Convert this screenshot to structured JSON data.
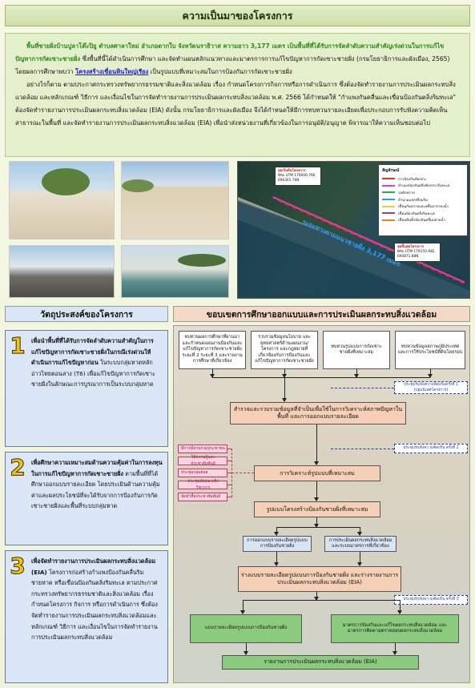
{
  "title": "ความเป็นมาของโครงการ",
  "intro": {
    "p1_highlight": "พื้นที่ชายฝั่งบ้านปูลาโต๊ะปิยู ตำบลศาลาใหม่ อำเภอตากใบ จังหวัดนราธิวาส ความยาว 3,177 เมตร เป็นพื้นที่ที่ได้รับการจัดลำดับความสำคัญเร่งด่วนในการแก้ไขปัญหาการกัดเซาะชายฝั่ง",
    "p1_body": " ซึ่งพื้นที่นี้ได้ดำเนินการศึกษา และจัดทำแผนหลักแนวทางและมาตรการการแก้ไขปัญหาการกัดเซาะชายฝั่ง (กรมโยธาธิการและผังเมือง, 2565) โดยผลการศึกษาพบว่า ",
    "p1_link": "โครงสร้างเขื่อนหินใหญ่เรียง",
    "p1_tail": " เป็นรูปแบบที่เหมาะสมในการป้องกันการกัดเซาะชายฝั่ง",
    "p2": "อย่างไรก็ตาม ตามประกาศกระทรวงทรัพยากรธรรมชาติและสิ่งแวดล้อม เรื่อง กำหนดโครงการกิจการหรือการดำเนินการ ซึ่งต้องจัดทำรายงานการประเมินผลกระทบสิ่งแวดล้อม และหลักเกณฑ์ วิธีการ และเงื่อนไขในการจัดทำรายงานการประเมินผลกระทบสิ่งแวดล้อม พ.ศ. 2566 ได้กำหนดให้ \"กำแพงกันคลื่นและเขื่อนป้องกันตลิ่งริมทะเล\" ต้องจัดทำรายงานการประเมินผลกระทบสิ่งแวดล้อม (EIA) ดังนั้น กรมโยธาธิการและผังเมือง จึงได้กำหนดให้มีการทบทวนรายละเอียดเพื่อประกอบการรับฟังความคิดเห็นสาธารณะในพื้นที่ และจัดทำรายงานการประเมินผลกระทบสิ่งแวดล้อม (EIA) เพื่อนำส่งหน่วยงานที่เกี่ยวข้องในการอนุมัติ/อนุญาต พิจารณาให้ความเห็นชอบต่อไป"
  },
  "map": {
    "start_title": "จุดเริ่มต้นโครงการ",
    "start_coords": "พิกัด UTM 176000.79E, 696301.76N",
    "end_title": "จุดสิ้นสุดโครงการ",
    "end_coords": "พิกัด UTM 179150.94E, 694871.88N",
    "caption": "ระยะทางตามแนวชายฝั่ง 3,177 เมตร",
    "legend_title": "สัญลักษณ์",
    "legend": [
      {
        "label": "การป้องกันกัดเซาะ",
        "color": "#e8311f"
      },
      {
        "label": "ทำแผงป้องกันตลิ่งทับกลางริมทะเล",
        "color": "#e33ed3"
      },
      {
        "label": "รอดักทราย",
        "color": "#1fb54c"
      },
      {
        "label": "ลำนามแลก/ที่ถมริม",
        "color": "#2a9bf0"
      },
      {
        "label": "เขื่อนกันทรายและคลื่นปากร่องน้ำ",
        "color": "#f0d028"
      },
      {
        "label": "เขื่อนป้องกันตลิ่งริมทะเล",
        "color": "#8e3fd1"
      },
      {
        "label": "เขื่อนหินทิ้งป้องกันคลื่นปลายน้ำ",
        "color": "#f07d1f"
      }
    ]
  },
  "objectives": {
    "header": "วัตถุประสงค์ของโครงการ",
    "items": [
      {
        "num": "1",
        "bold": "เพื่อนำพื้นที่ที่ได้รับการจัดลำดับความสำคัญในการแก้ไขปัญหาการกัดเซาะชายฝั่งในกรณีเร่งด่วนให้ดำเนินการแก้ไขปัญหาก่อน",
        "text": " ในระบบกลุ่มหาดหลักอ่าวไทยตอนล่าง (T6) เพื่อแก้ไขปัญหาการกัดเซาะชายฝั่งในลักษณะการบูรณาการเป็นระบบกลุ่มหาด"
      },
      {
        "num": "2",
        "bold": "เพื่อศึกษาความเหมาะสมด้านความคุ้มค่าในการลงทุนในการแก้ไขปัญหาการกัดเซาะชายฝั่ง",
        "text": " ตามพื้นที่ที่ได้ศึกษาออกแบบรายละเอียด โดยประเมินด้านความคุ้มค่าและผลประโยชน์ที่จะได้รับจากการป้องกันการกัดเซาะชายฝั่งและพื้นที่ระบบกลุ่มหาด"
      },
      {
        "num": "3",
        "bold": "เพื่อจัดทำรายงานการประเมินผลกระทบสิ่งแวดล้อม (EIA)",
        "text": " โครงการก่อสร้างกำแพงป้องกันคลื่นริมชายหาด หรือเขื่อนป้องกันตลิ่งริมทะเล ตามประกาศกระทรวงทรัพยากรธรรมชาติและสิ่งแวดล้อม เรื่อง กำหนดโครงการ กิจการ หรือการดำเนินการ ซึ่งต้องจัดทำรายงานการประเมินผลกระทบสิ่งแวดล้อมและหลักเกณฑ์ วิธีการ และเงื่อนไขในการจัดทำรายงานการประเมินผลกระทบสิ่งแวดล้อม"
      }
    ]
  },
  "flow": {
    "header": "ขอบเขตการศึกษาออกแบบและการประเมินผลกระทบสิ่งแวดล้อม",
    "top_boxes": [
      "ทบทวนผลการศึกษาที่ผ่านมาและกำหนดแผนงานป้องกันและแก้ไขปัญหาการกัดเซาะชายฝั่ง ระยะที่ 2 ระยะที่ 3 และรายงานการศึกษาที่เกี่ยวข้อง",
      "รวบรวมข้อมูลนโยบาย และยุทธศาสตร์ด้านแผนงาน/โครงการ และกฎหมายที่เกี่ยวข้องกับการป้องกันและแก้ไขปัญหาการกัดเซาะชายฝั่ง",
      "ทบทวนรูปแบบการกัดเซาะชายฝั่งที่เหมาะสม",
      "ทบทวนข้อมูลสภาพภูมิประเทศและการใช้ประโยชน์ที่ดินโดยรอบ"
    ],
    "side_1": "ประชุมรับฟังความคิดเห็นครั้งที่ 1 (ปฐมนิเทศโครงการ)",
    "survey": "สำรวจและรวบรวมข้อมูลที่จำเป็นเพื่อใช้ในการวิเคราะห์สภาพปัญหาในพื้นที่ และการออกแบบรายละเอียด",
    "side_2": "ประชุมรับฟังความคิดเห็น ครั้งที่ 2",
    "pink": [
      "มีการมีส่วนร่วมประชาชน",
      "ให้ความรู้และประชาสัมพันธ์",
      "ประชุมกลุ่มย่อย",
      "ประชุมสัมมนาเชิงวิชาการ",
      "จัดทำสื่อประชาสัมพันธ์"
    ],
    "analysis": "การวิเคราะห์รูปแบบที่เหมาะสม",
    "model": "รูปแบบโครงสร้างป้องกันชายฝั่งที่เหมาะสม",
    "detail_left": "การออกแบบรายละเอียดรูปแบบการป้องกันชายฝั่ง",
    "detail_right": "การประเมินผลกระทบสิ่งแวดล้อม และระบบมาตรการที่เกี่ยวข้อง",
    "draft": "ร่างแบบรายละเอียดรูปแบบการป้องกันชายฝั่ง และร่างรายงานการประเมินผลกระทบสิ่งแวดล้อม (EIA)",
    "side_3": "ประชุมรับฟังความคิดเห็น ครั้งที่ 3",
    "final_left": "แบบรายละเอียดรูปแบบการป้องกันชายฝั่ง",
    "final_right": "มาตรการป้องกันและแก้ไขผลกระทบสิ่งแวดล้อม และมาตรการติดตามตรวจสอบผลกระทบสิ่งแวดล้อม",
    "report": "รายงานการประเมินผลกระทบสิ่งแวดล้อม (EIA)"
  }
}
